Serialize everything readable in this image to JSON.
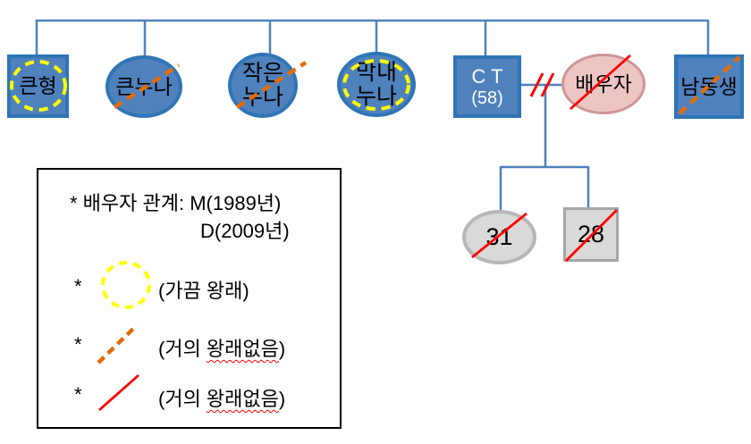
{
  "colors": {
    "node_blue_fill": "#4f81bd",
    "node_blue_border": "#2e75b6",
    "connector_blue": "#4f81bd",
    "spouse_pink_fill": "#edc6c4",
    "spouse_pink_border": "#cf9596",
    "child_gray_fill": "#d9d9d9",
    "child_gray_border": "#a6a6a6",
    "visit_yellow": "#ffff00",
    "rare_orange": "#e36c0a",
    "strike_red": "#ff0000",
    "text_dark": "#000000",
    "text_light": "#ffffff"
  },
  "family": {
    "eldest_brother": {
      "label": "큰형"
    },
    "eldest_sister": {
      "label": "큰누나"
    },
    "second_sister": {
      "label": "작은누나"
    },
    "youngest_sister": {
      "label": "막내누나"
    },
    "patient": {
      "name": "C T",
      "age": "(58)"
    },
    "spouse": {
      "label": "배우자"
    },
    "younger_brother": {
      "label": "남동생"
    },
    "daughter": {
      "label": "31"
    },
    "son": {
      "label": "28"
    }
  },
  "legend": {
    "bullet": "*",
    "spouse_relation_line1": "* 배우자 관계: M(1989년)",
    "spouse_relation_line2": "D(2009년)",
    "occasional_visit": "(가끔 왕래)",
    "rare_visit_pre": "(거의 ",
    "rare_visit_wavy": "왕래없음",
    "rare_visit_post": ")",
    "no_visit_pre": "(거의 ",
    "no_visit_wavy": "왕래없음",
    "no_visit_post": ")"
  }
}
